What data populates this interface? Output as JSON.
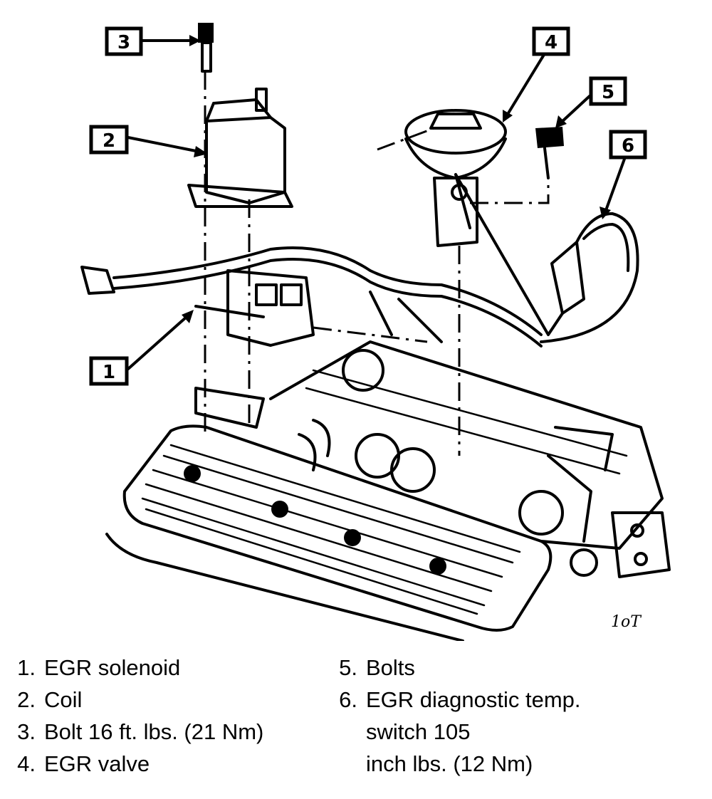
{
  "callouts": {
    "c1": "1",
    "c2": "2",
    "c3": "3",
    "c4": "4",
    "c5": "5",
    "c6": "6"
  },
  "legend": {
    "left": [
      {
        "num": "1.",
        "text": "EGR solenoid"
      },
      {
        "num": "2.",
        "text": "Coil"
      },
      {
        "num": "3.",
        "text": "Bolt 16 ft. lbs. (21 Nm)"
      },
      {
        "num": "4.",
        "text": "EGR valve"
      }
    ],
    "right": [
      {
        "num": "5.",
        "text": "Bolts"
      },
      {
        "num": "6.",
        "text": "EGR diagnostic temp.",
        "cont1": "switch 105",
        "cont2": "inch lbs. (12 Nm)"
      }
    ]
  },
  "figure_code": "1oT"
}
